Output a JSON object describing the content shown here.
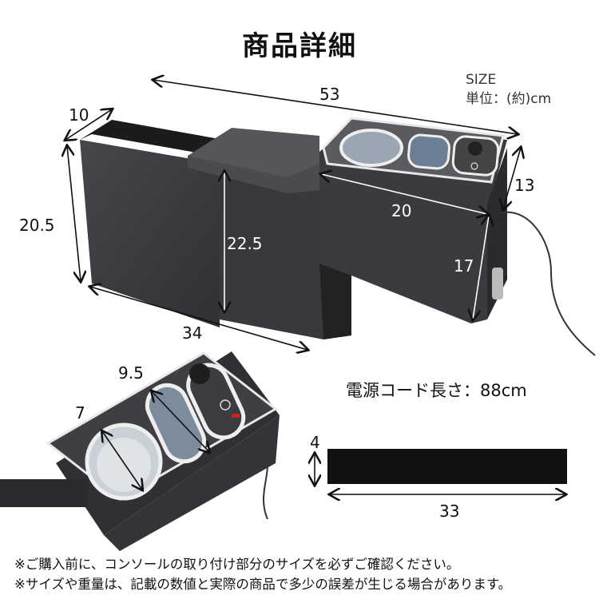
{
  "header": {
    "title": "商品詳細"
  },
  "size_info": {
    "label": "SIZE",
    "unit": "単位：(約)cm"
  },
  "main_view": {
    "dimensions": {
      "total_length": "53",
      "pocket_depth": "10",
      "rear_height": "20.5",
      "armrest_height": "22.5",
      "rear_length": "34",
      "front_length": "20",
      "front_width": "13",
      "front_height": "17"
    }
  },
  "top_view": {
    "dimensions": {
      "slot_length": "9.5",
      "cup_diameter": "7"
    }
  },
  "power_cord": {
    "text": "電源コード長さ：88cm"
  },
  "cushion": {
    "dimensions": {
      "thickness": "4",
      "length": "33"
    }
  },
  "notes": [
    "※ご購入前に、コンソールの取り付け部分のサイズを必ずご確認ください。",
    "※サイズや重量は、記載の数値と実際の商品で多少の誤差が生じる場合があります。"
  ],
  "colors": {
    "body": "#3c3d40",
    "body_dark": "#2a2b2e",
    "armrest": "#4a4b4f",
    "chrome": "#e8e8ea",
    "cup": "#9aa6b2",
    "cushion": "#111111"
  }
}
